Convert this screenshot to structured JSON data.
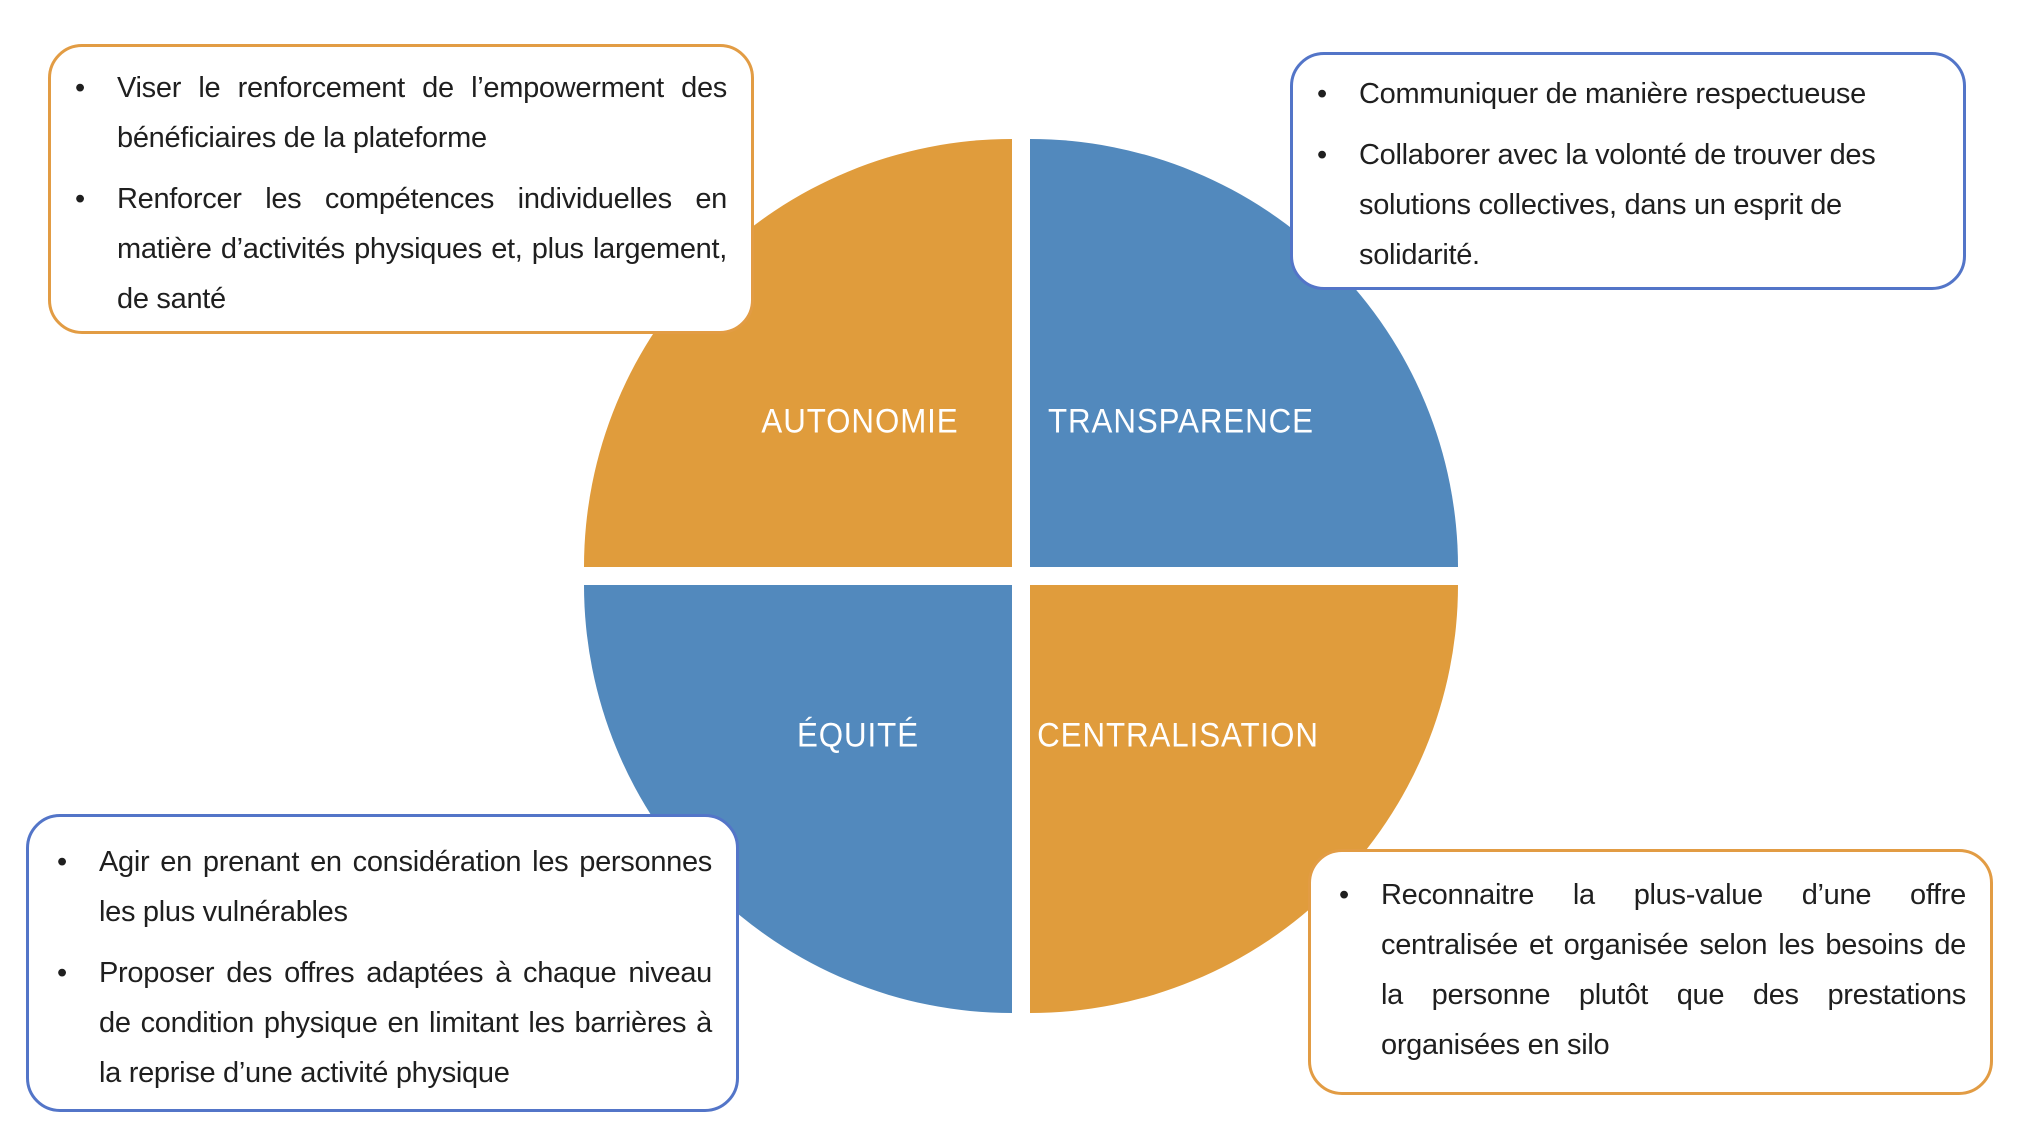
{
  "diagram": {
    "type": "four-quadrant-circle",
    "quadrants": {
      "top_left": {
        "label": "AUTONOMIE",
        "fill": "#E09C3C"
      },
      "top_right": {
        "label": "TRANSPARENCE",
        "fill": "#5289BD"
      },
      "bottom_left": {
        "label": "ÉQUITÉ",
        "fill": "#5289BD"
      },
      "bottom_right": {
        "label": "CENTRALISATION",
        "fill": "#E09C3C"
      }
    },
    "label_text_color": "#FFFFFF",
    "body_text_color": "#1F1F1F"
  },
  "callouts": {
    "autonomie": {
      "border_color": "#E29C44",
      "bullets": [
        "Viser le renforcement de l’empowerment des bénéficiaires de la plateforme",
        "Renforcer les compétences individuelles en matière d’activités physiques et, plus largement, de santé"
      ]
    },
    "transparence": {
      "border_color": "#5375C8",
      "bullets": [
        "Communiquer de manière respectueuse",
        "Collaborer avec la volonté de trouver des solutions collectives, dans un esprit de solidarité."
      ]
    },
    "equite": {
      "border_color": "#5375C8",
      "bullets": [
        "Agir en prenant en considération les personnes les plus vulnérables",
        "Proposer des offres adaptées à chaque niveau de condition physique en limitant les barrières à la reprise d’une activité physique"
      ]
    },
    "centralisation": {
      "border_color": "#E29C44",
      "bullets": [
        "Reconnaitre la plus-value d’une offre centralisée et organisée selon les besoins de la personne plutôt que des prestations organisées en silo"
      ]
    }
  }
}
